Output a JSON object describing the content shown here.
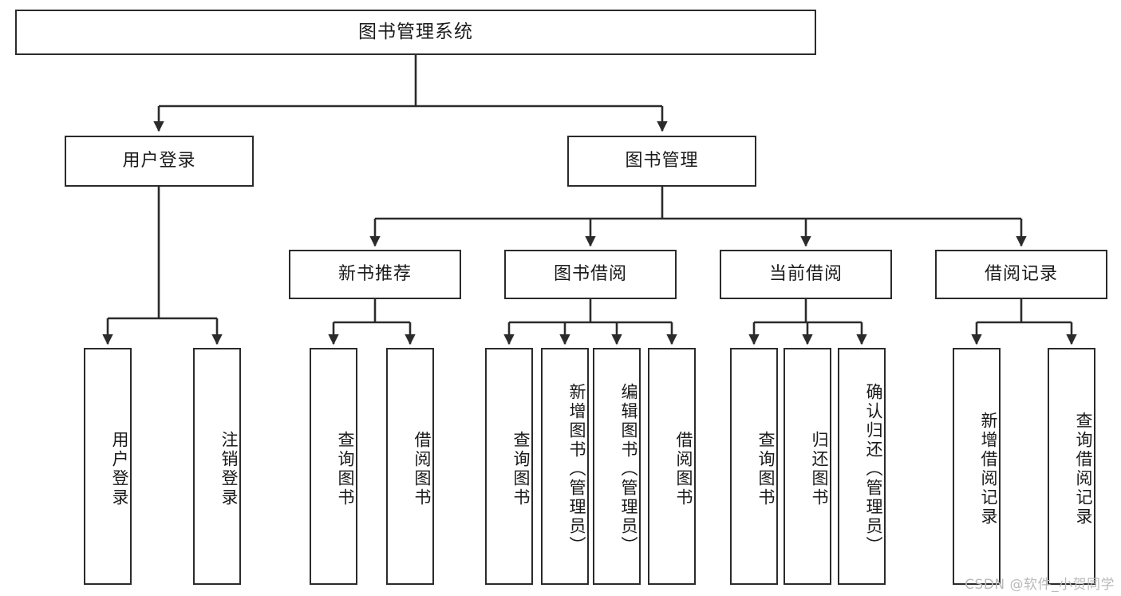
{
  "diagram": {
    "type": "tree-hierarchy",
    "title": "图书管理系统",
    "watermark": "CSDN @软件_小贺同学",
    "colors": {
      "border": "#2b2b2b",
      "background": "#ffffff",
      "text": "#1a1a1a",
      "watermark": "#b9b9b9"
    },
    "nodes": {
      "root": {
        "label": "图书管理系统",
        "level": 0
      },
      "level1": [
        {
          "id": "user-login",
          "label": "用户登录"
        },
        {
          "id": "book-manage",
          "label": "图书管理"
        }
      ],
      "level2": [
        {
          "id": "new-book-recommend",
          "label": "新书推荐",
          "parent": "book-manage"
        },
        {
          "id": "book-borrow",
          "label": "图书借阅",
          "parent": "book-manage"
        },
        {
          "id": "current-borrow",
          "label": "当前借阅",
          "parent": "book-manage"
        },
        {
          "id": "borrow-record",
          "label": "借阅记录",
          "parent": "book-manage"
        }
      ],
      "leaves": [
        {
          "id": "leaf-user-login",
          "label": "用户登录",
          "parent": "user-login"
        },
        {
          "id": "leaf-logout",
          "label": "注销登录",
          "parent": "user-login"
        },
        {
          "id": "leaf-query-book-1",
          "label": "查询图书",
          "parent": "new-book-recommend"
        },
        {
          "id": "leaf-borrow-book-1",
          "label": "借阅图书",
          "parent": "new-book-recommend"
        },
        {
          "id": "leaf-query-book-2",
          "label": "查询图书",
          "parent": "book-borrow"
        },
        {
          "id": "leaf-add-book",
          "label": "新增图书（管理员）",
          "parent": "book-borrow"
        },
        {
          "id": "leaf-edit-book",
          "label": "编辑图书（管理员）",
          "parent": "book-borrow"
        },
        {
          "id": "leaf-borrow-book-2",
          "label": "借阅图书",
          "parent": "book-borrow"
        },
        {
          "id": "leaf-query-book-3",
          "label": "查询图书",
          "parent": "current-borrow"
        },
        {
          "id": "leaf-return-book",
          "label": "归还图书",
          "parent": "current-borrow"
        },
        {
          "id": "leaf-confirm-return",
          "label": "确认归还（管理员）",
          "parent": "current-borrow"
        },
        {
          "id": "leaf-add-record",
          "label": "新增借阅记录",
          "parent": "borrow-record"
        },
        {
          "id": "leaf-query-record",
          "label": "查询借阅记录",
          "parent": "borrow-record"
        }
      ]
    }
  }
}
